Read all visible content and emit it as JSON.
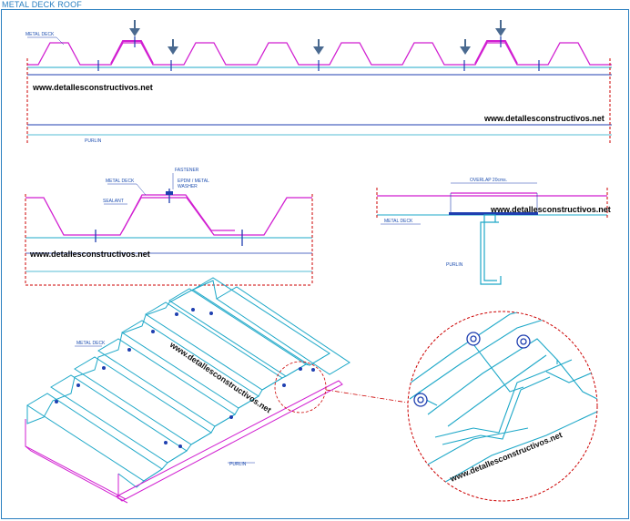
{
  "title": "METAL DECK ROOF",
  "colors": {
    "deck": "#d11fd1",
    "line": "#1f3fb0",
    "cyan": "#1ea8c8",
    "red": "#cc0000",
    "arrow": "#4a6a90",
    "frame": "#2a7fc0"
  },
  "section_top": {
    "label_metal_deck": "METAL DECK",
    "label_purlin": "PURLIN",
    "watermark_left": "www.detallesconstructivos.net",
    "watermark_right": "www.detallesconstructivos.net"
  },
  "detail_left": {
    "label_metal_deck": "METAL DECK",
    "label_fastener": "FASTENER",
    "label_washer_1": "EPDM / METAL",
    "label_washer_2": "WASHER",
    "label_sealant": "SEALANT",
    "watermark": "www.detallesconstructivos.net"
  },
  "detail_right": {
    "label_overlap": "OVERLAP 20cms.",
    "label_metal_deck": "METAL DECK",
    "label_purlin": "PURLIN",
    "watermark": "www.detallesconstructivos.net"
  },
  "isometric": {
    "label_metal_deck": "METAL DECK",
    "label_purlin": "PURLIN",
    "watermark": "www.detallesconstructivos.net",
    "zoom_watermark": "www.detallesconstructivos.net"
  }
}
